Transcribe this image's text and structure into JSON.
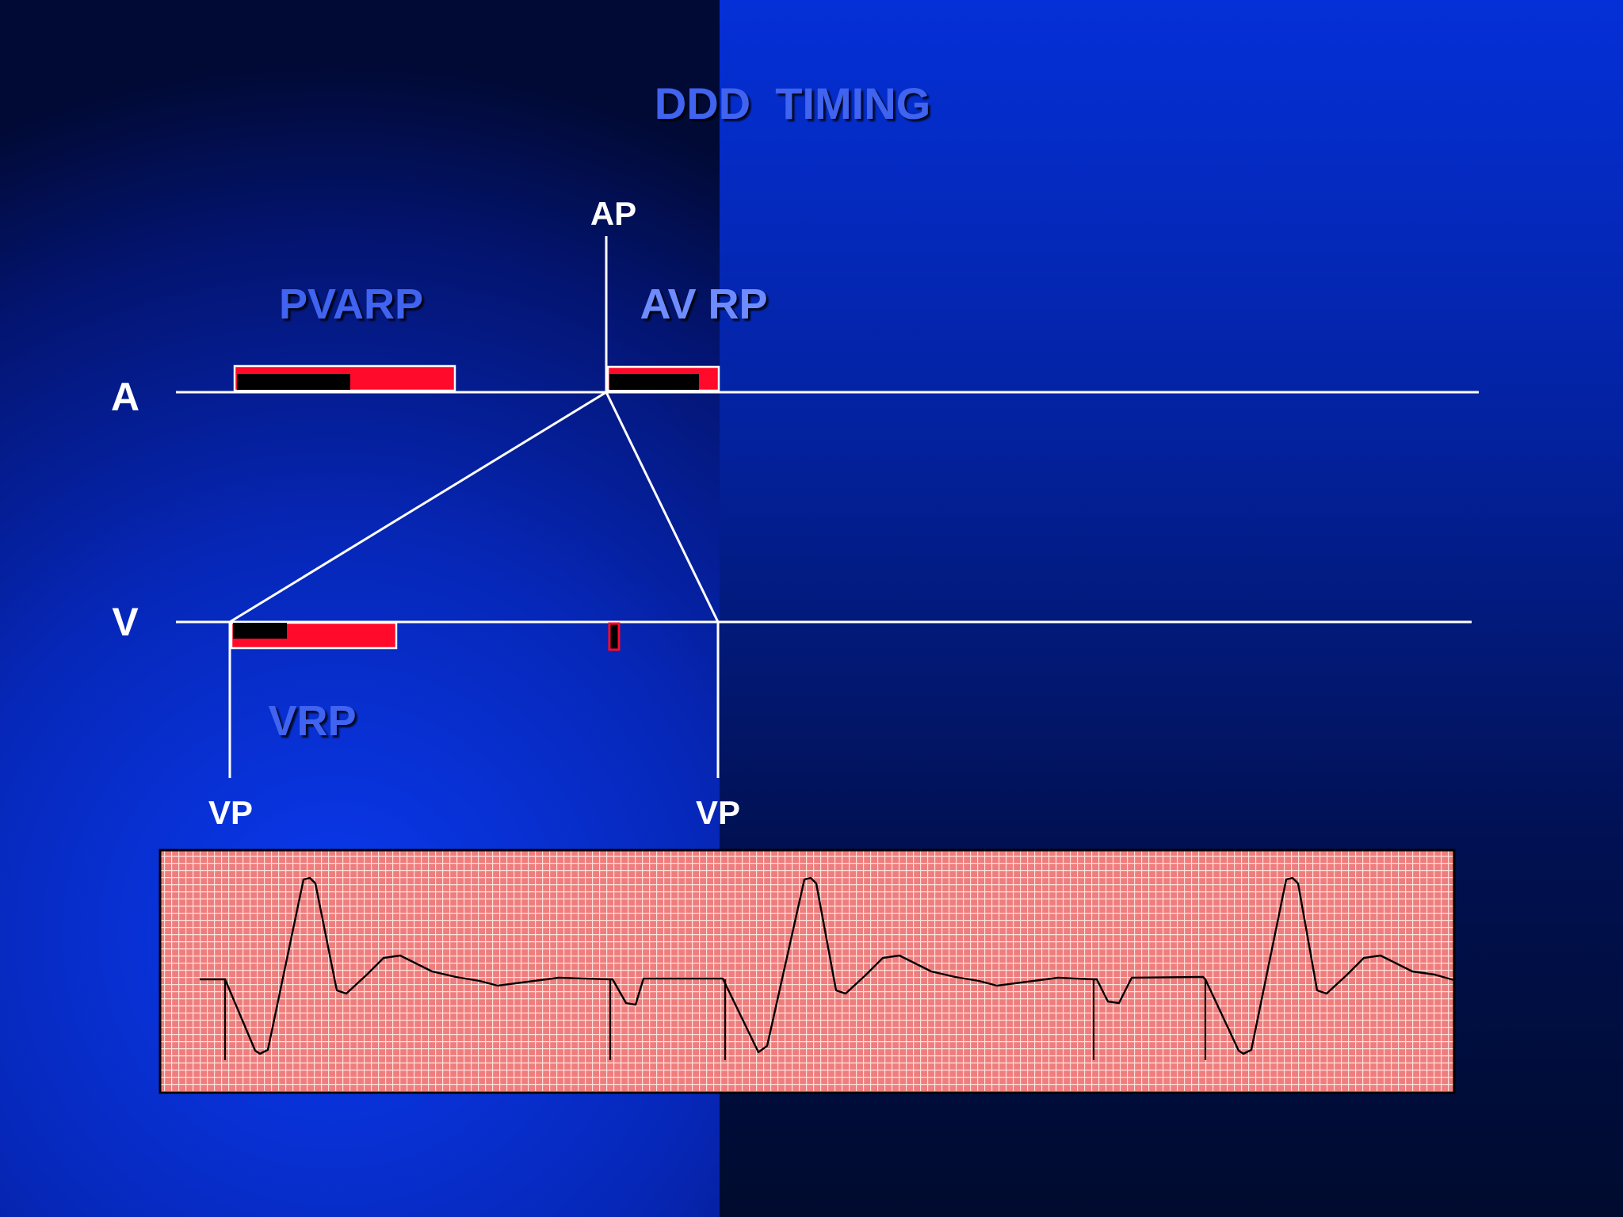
{
  "title": "DDD  TIMING",
  "labels": {
    "ap": "AP",
    "pvarp": "PVARP",
    "av_rp": "AV RP",
    "atrial_channel": "A",
    "ventricular_channel": "V",
    "vrp": "VRP",
    "vp_first": "VP",
    "vp_second": "VP"
  },
  "colors": {
    "title": "#3f63f0",
    "period_label": "#3f63f0",
    "av_rp_label": "#6e8cff",
    "marker_text": "#ffffff",
    "refractory_red": "#ff0a2a",
    "blanking_black": "#000000",
    "ecg_paper": "#f07d7d",
    "ecg_grid": "#fde2dc",
    "ecg_trace": "#000000"
  }
}
